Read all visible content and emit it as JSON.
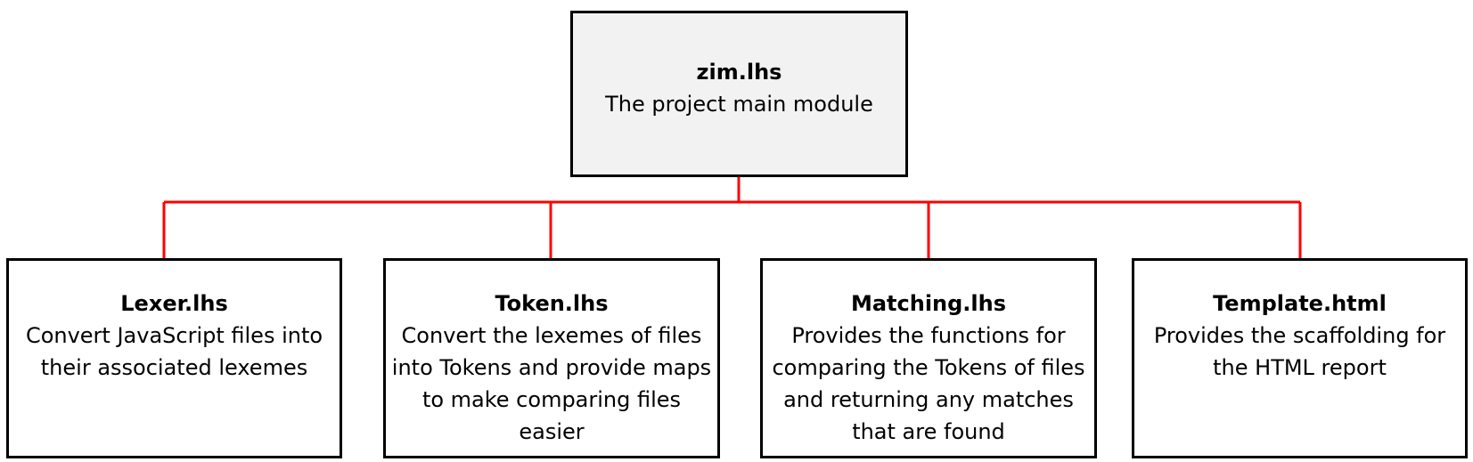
{
  "root": {
    "title": "zim.lhs",
    "description": "The project main module"
  },
  "children": [
    {
      "title": "Lexer.lhs",
      "description": "Convert JavaScript files into their associated lexemes"
    },
    {
      "title": "Token.lhs",
      "description": "Convert the lexemes of files into Tokens and provide maps to make comparing files easier"
    },
    {
      "title": "Matching.lhs",
      "description": "Provides the functions for comparing the Tokens of files and returning any matches that are found"
    },
    {
      "title": "Template.html",
      "description": "Provides the scaffolding for the HTML report"
    }
  ],
  "colors": {
    "connector": "#ff0000",
    "root_fill": "#f2f2f2",
    "border": "#000000"
  }
}
